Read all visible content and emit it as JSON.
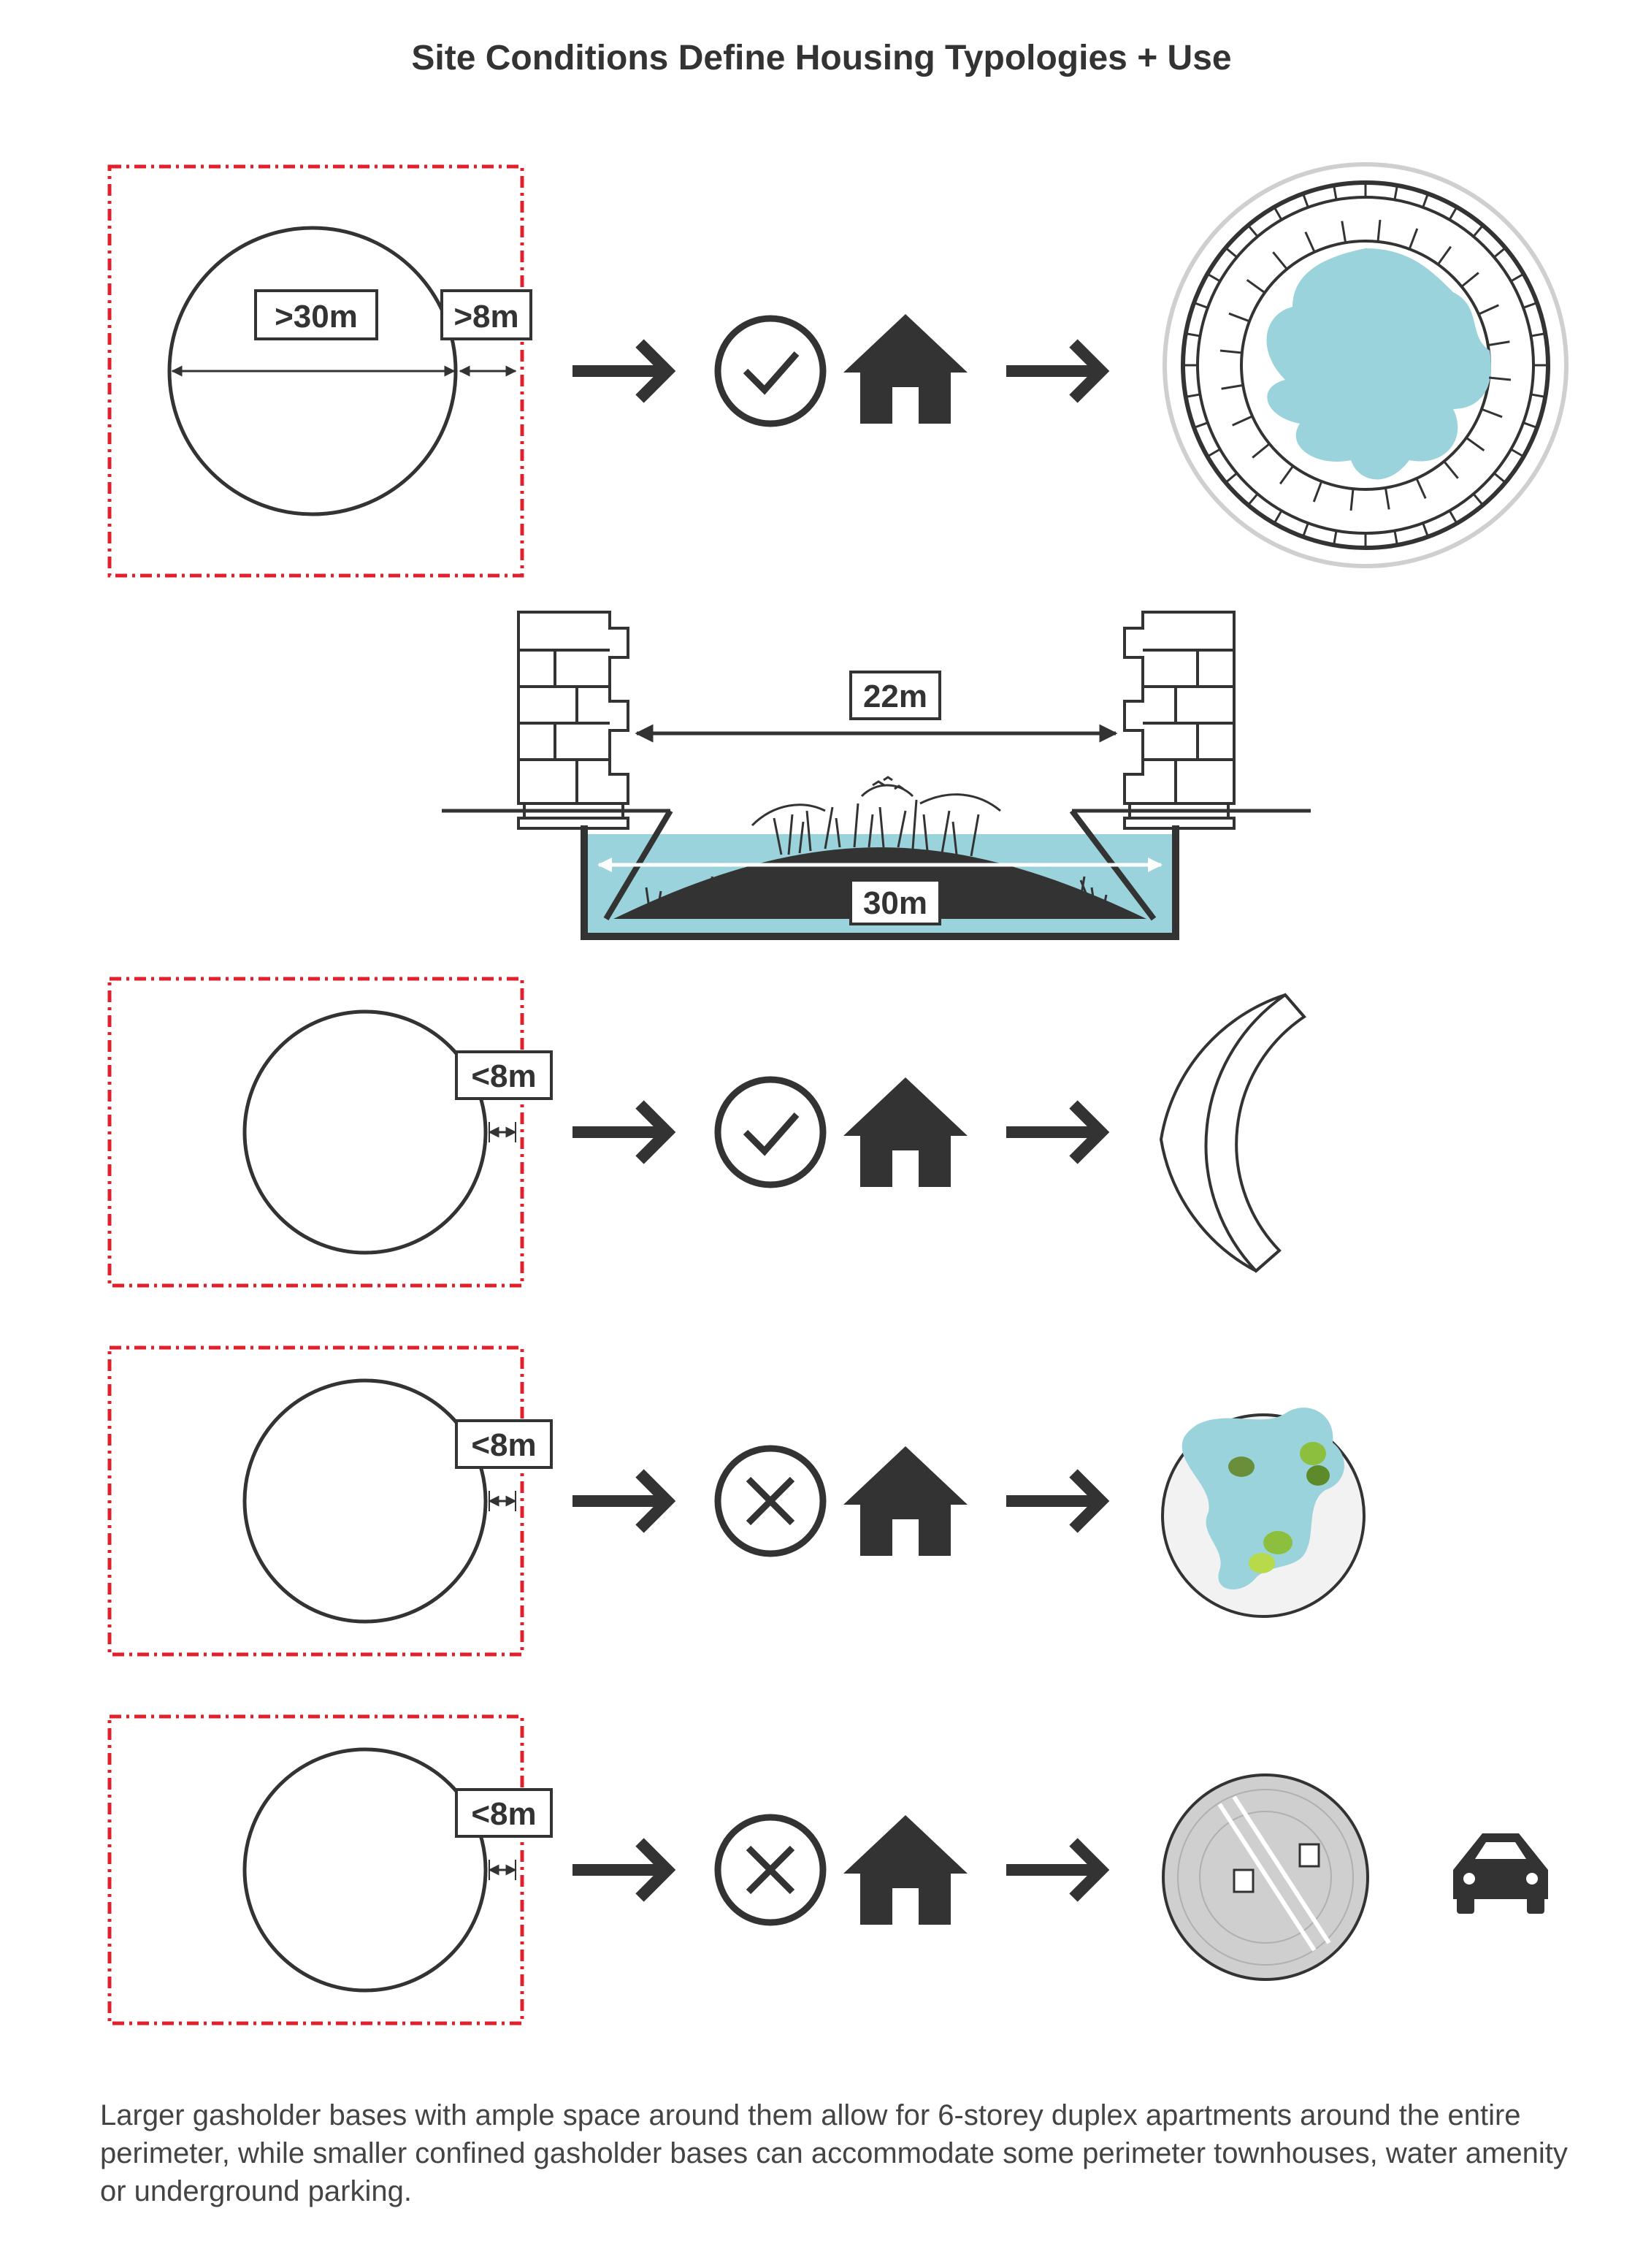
{
  "title": "Site Conditions Define Housing Typologies + Use",
  "rows": [
    {
      "id": "row-1",
      "labels": [
        ">30m",
        ">8m"
      ],
      "status": "check",
      "status_icon": "check-circle-icon",
      "result": "full-ring-duplex-plan"
    },
    {
      "id": "section",
      "labels": [
        "22m",
        "30m"
      ],
      "result": "section-water-amenity"
    },
    {
      "id": "row-2",
      "labels": [
        "<8m"
      ],
      "status": "check",
      "status_icon": "check-circle-icon",
      "result": "townhouse-arc"
    },
    {
      "id": "row-3",
      "labels": [
        "<8m"
      ],
      "status": "cross",
      "status_icon": "cross-circle-icon",
      "result": "water-amenity-plan"
    },
    {
      "id": "row-4",
      "labels": [
        "<8m"
      ],
      "status": "cross",
      "status_icon": "cross-circle-icon",
      "result": "parking-plan",
      "extra_icon": "car-icon"
    }
  ],
  "caption": "Larger gasholder bases with ample space around them allow for 6-storey duplex apartments around the entire perimeter, while smaller confined gasholder bases can accommodate some perimeter townhouses, water amenity or underground parking.",
  "colors": {
    "accent_red": "#e0202a",
    "water": "#9bd3dc",
    "ink": "#333333",
    "green": "#8dbf3f",
    "dark_green": "#5d8b2a",
    "pavement": "#cfcfcf"
  }
}
